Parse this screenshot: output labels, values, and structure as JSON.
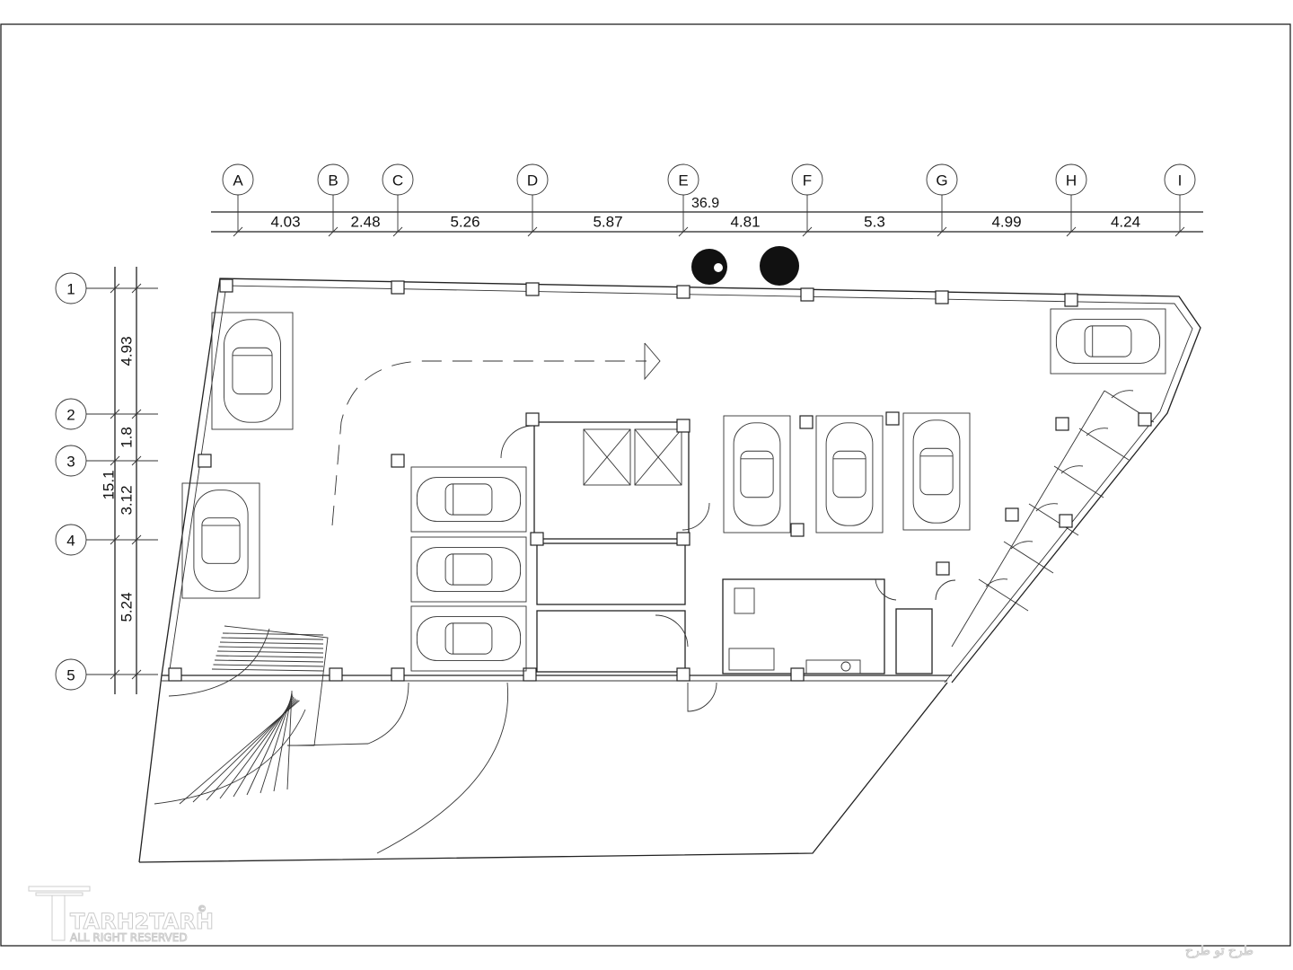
{
  "plan": {
    "total_width": "36.9",
    "total_height": "15.1",
    "columns": [
      {
        "label": "A"
      },
      {
        "label": "B"
      },
      {
        "label": "C"
      },
      {
        "label": "D"
      },
      {
        "label": "E"
      },
      {
        "label": "F"
      },
      {
        "label": "G"
      },
      {
        "label": "H"
      },
      {
        "label": "I"
      }
    ],
    "column_spacings": [
      "4.03",
      "2.48",
      "5.26",
      "5.87",
      "4.81",
      "5.3",
      "4.99",
      "4.24"
    ],
    "rows": [
      {
        "label": "1"
      },
      {
        "label": "2"
      },
      {
        "label": "3"
      },
      {
        "label": "4"
      },
      {
        "label": "5"
      }
    ],
    "row_spacings": [
      "4.93",
      "1.8",
      "3.12",
      "5.24"
    ]
  },
  "watermark": {
    "brand": "TARH2TARH",
    "copyright": "©",
    "tagline": "ALL RIGHT RESERVED",
    "arabic": "طرح تو طرح"
  }
}
